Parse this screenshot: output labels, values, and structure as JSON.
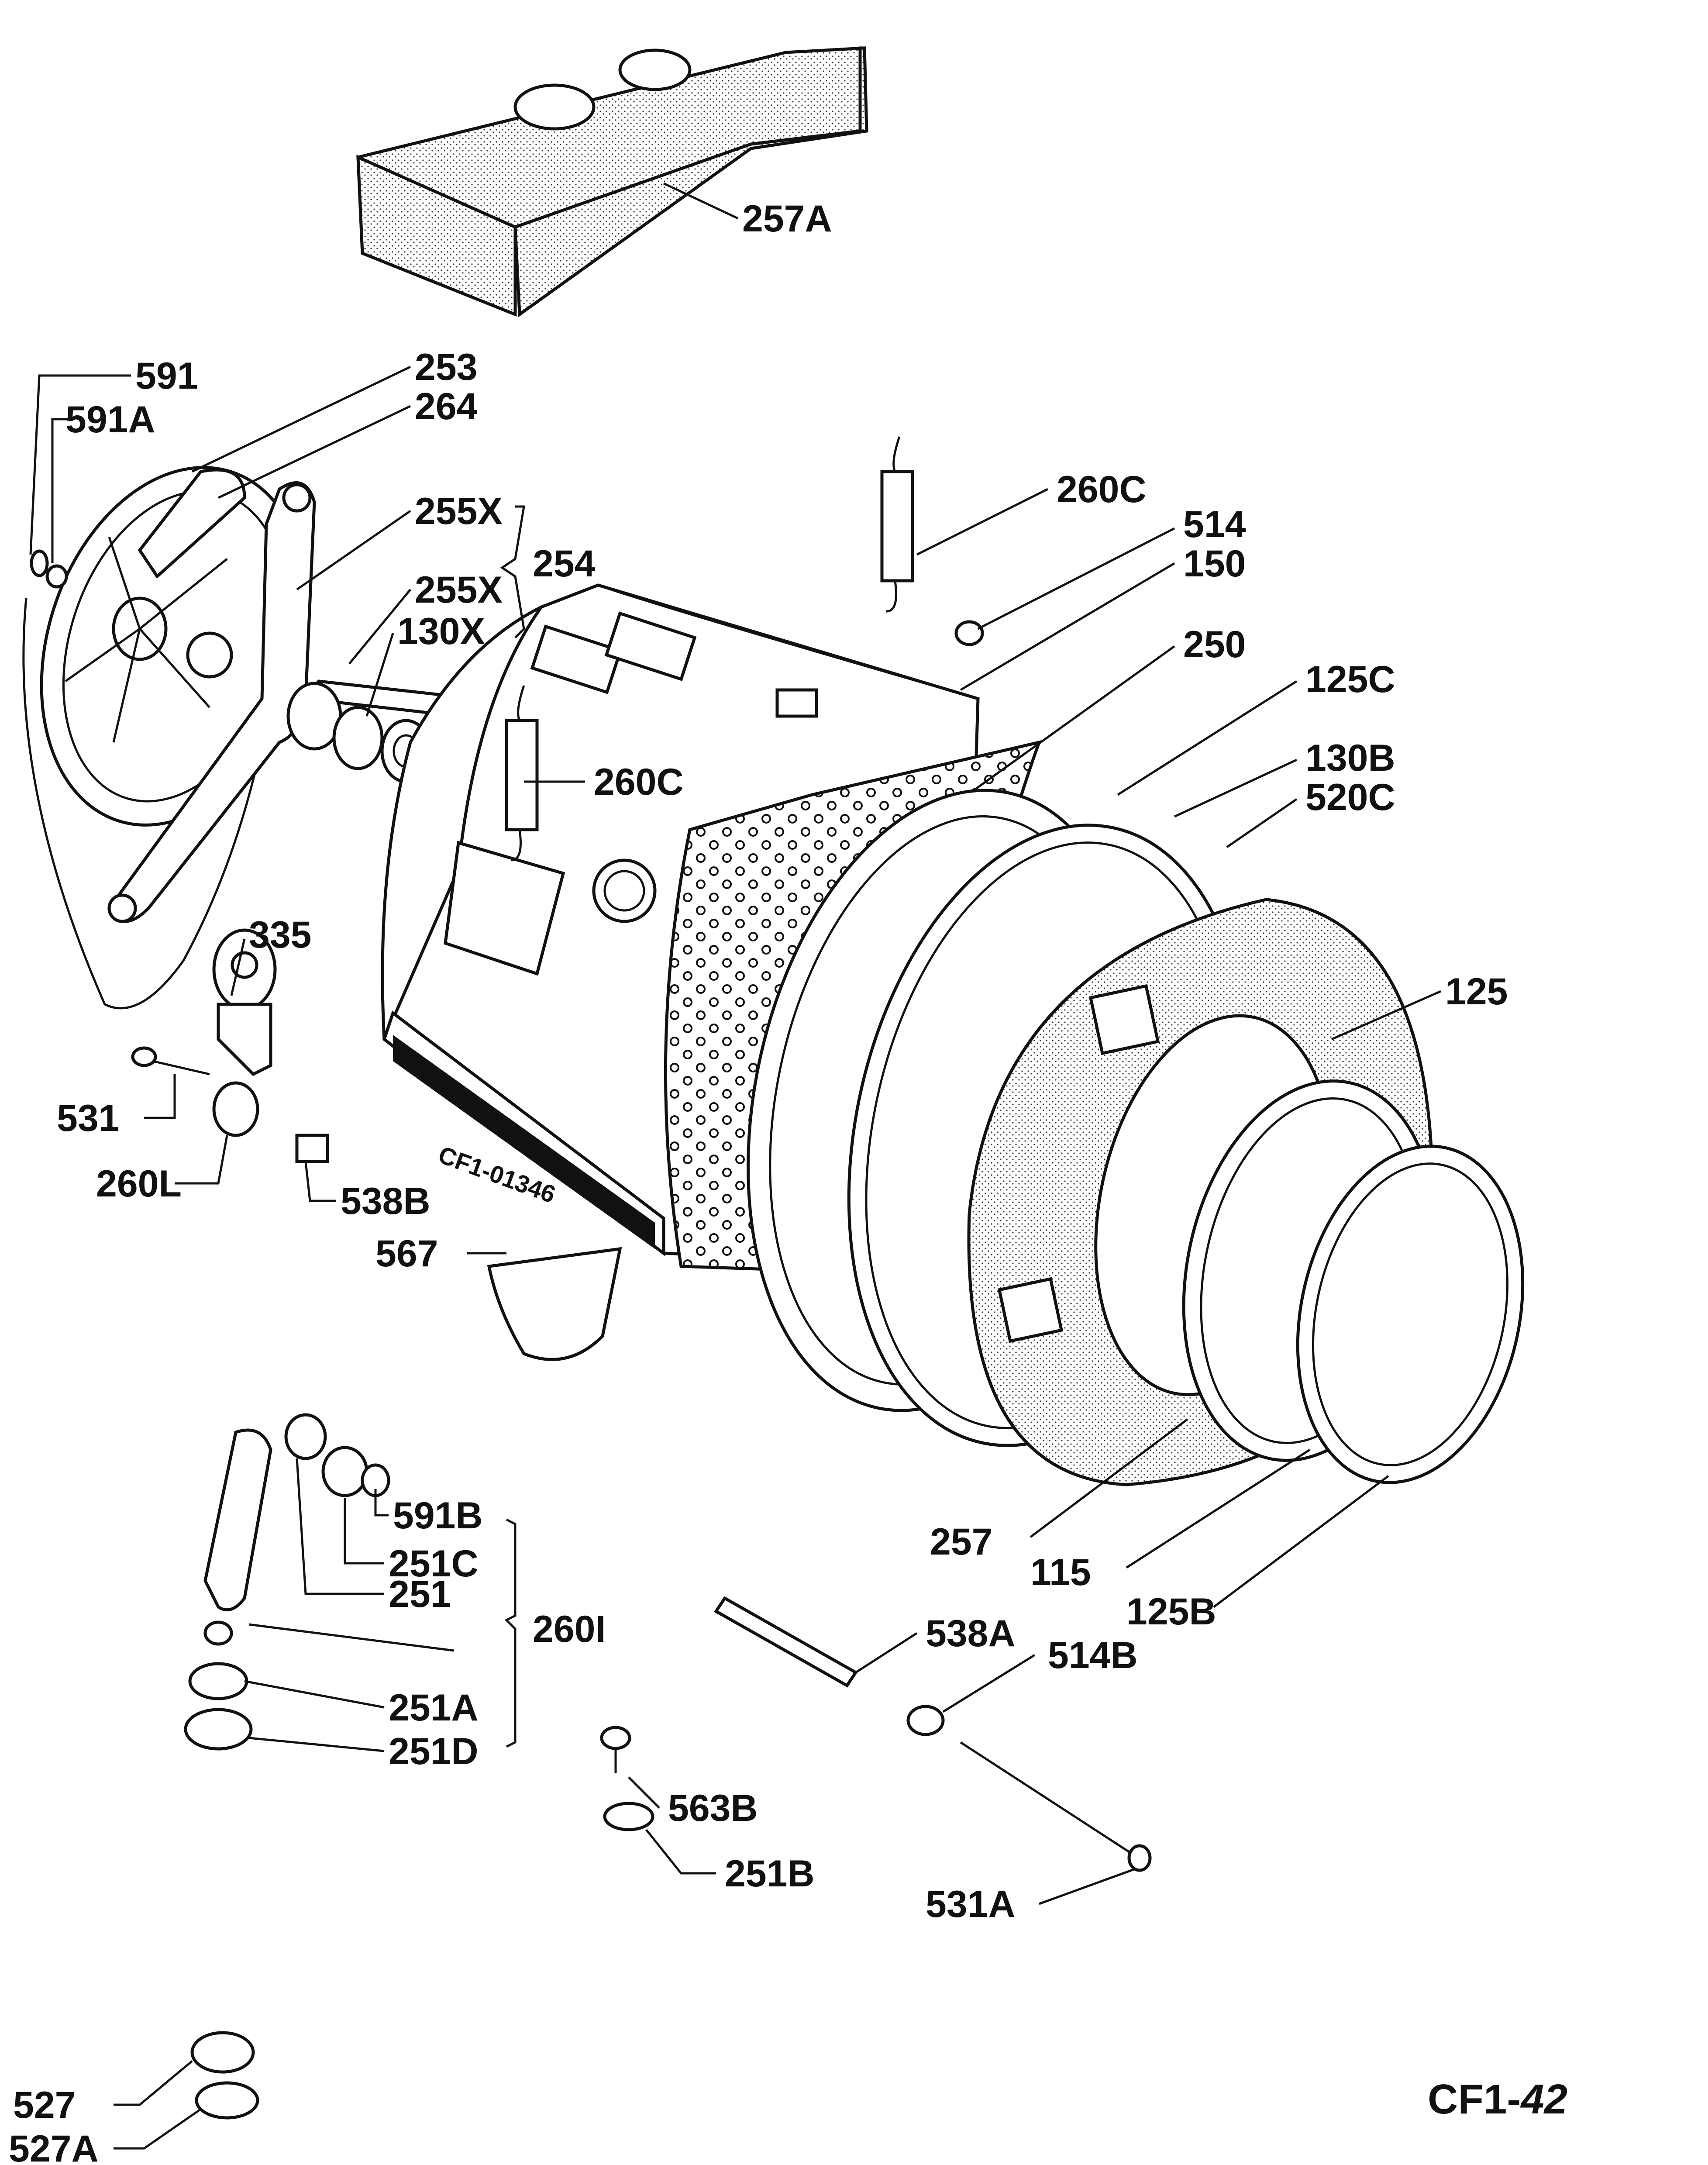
{
  "drawing": {
    "code_prefix": "CF1-",
    "code_number": "42",
    "stamp": "CF1-01346"
  },
  "labels": [
    {
      "id": "l257a",
      "text": "257A"
    },
    {
      "id": "l591",
      "text": "591"
    },
    {
      "id": "l591a",
      "text": "591A"
    },
    {
      "id": "l253",
      "text": "253"
    },
    {
      "id": "l264",
      "text": "264"
    },
    {
      "id": "l255x1",
      "text": "255X"
    },
    {
      "id": "l254",
      "text": "254"
    },
    {
      "id": "l255x2",
      "text": "255X"
    },
    {
      "id": "l130x",
      "text": "130X"
    },
    {
      "id": "l260c1",
      "text": "260C"
    },
    {
      "id": "l514",
      "text": "514"
    },
    {
      "id": "l150",
      "text": "150"
    },
    {
      "id": "l250",
      "text": "250"
    },
    {
      "id": "l125c",
      "text": "125C"
    },
    {
      "id": "l130b",
      "text": "130B"
    },
    {
      "id": "l520c",
      "text": "520C"
    },
    {
      "id": "l260c2",
      "text": "260C"
    },
    {
      "id": "l335",
      "text": "335"
    },
    {
      "id": "l125",
      "text": "125"
    },
    {
      "id": "l531",
      "text": "531"
    },
    {
      "id": "l260l",
      "text": "260L"
    },
    {
      "id": "l538b",
      "text": "538B"
    },
    {
      "id": "l567",
      "text": "567"
    },
    {
      "id": "l591b",
      "text": "591B"
    },
    {
      "id": "l251c",
      "text": "251C"
    },
    {
      "id": "l251",
      "text": "251"
    },
    {
      "id": "l260i",
      "text": "260I"
    },
    {
      "id": "l251a",
      "text": "251A"
    },
    {
      "id": "l251d",
      "text": "251D"
    },
    {
      "id": "l257",
      "text": "257"
    },
    {
      "id": "l115",
      "text": "115"
    },
    {
      "id": "l125b",
      "text": "125B"
    },
    {
      "id": "l538a",
      "text": "538A"
    },
    {
      "id": "l514b",
      "text": "514B"
    },
    {
      "id": "l563b",
      "text": "563B"
    },
    {
      "id": "l251b",
      "text": "251B"
    },
    {
      "id": "l531a",
      "text": "531A"
    },
    {
      "id": "l527",
      "text": "527"
    },
    {
      "id": "l527a",
      "text": "527A"
    }
  ]
}
